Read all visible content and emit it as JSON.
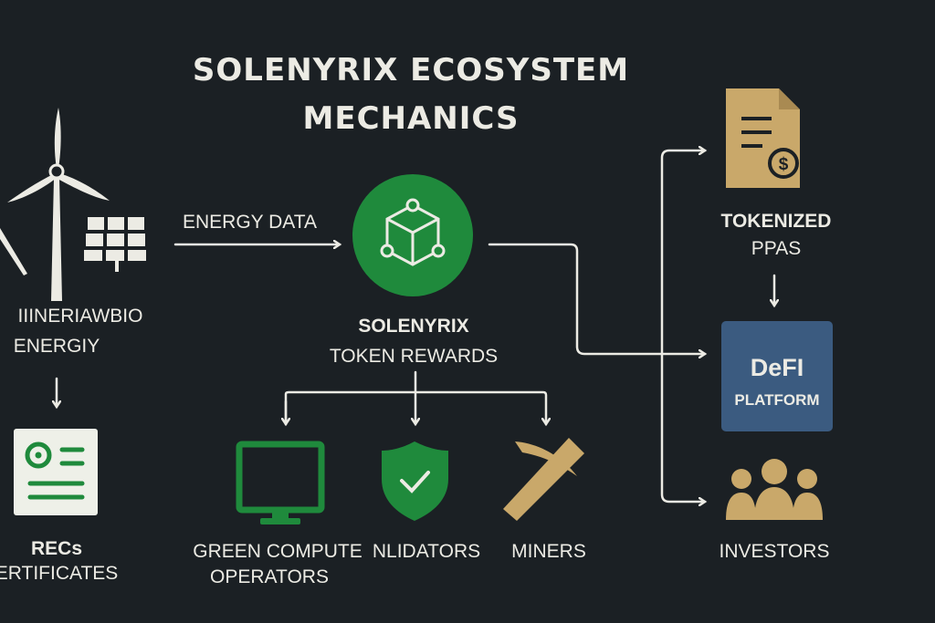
{
  "title": {
    "line1": "SOLENYRIX ECOSYSTEM",
    "line2": "MECHANICS"
  },
  "source": {
    "label_line1": "IIINERIAWBIO",
    "label_line2": "ENERGIY",
    "flow_label": "ENERGY DATA"
  },
  "recs": {
    "line1": "RECs",
    "line2": "ERTIFICATES"
  },
  "center": {
    "line1": "SOLENYRIX",
    "line2": "TOKEN REWARDS"
  },
  "participants": [
    {
      "line1": "GREEN COMPUTE",
      "line2": "OPERATORS"
    },
    {
      "line1": "NLIDATORS"
    },
    {
      "line1": "MINERS"
    }
  ],
  "right": {
    "ppa_line1": "TOKENIZED",
    "ppa_line2": "PPAS",
    "defi_line1": "DeFI",
    "defi_line2": "PLATFORM",
    "investors": "INVESTORS"
  },
  "colors": {
    "background": "#1b2024",
    "green": "#1f8a3c",
    "gold": "#c9a86a",
    "blue": "#3b5b80",
    "text": "#ecebe4"
  }
}
